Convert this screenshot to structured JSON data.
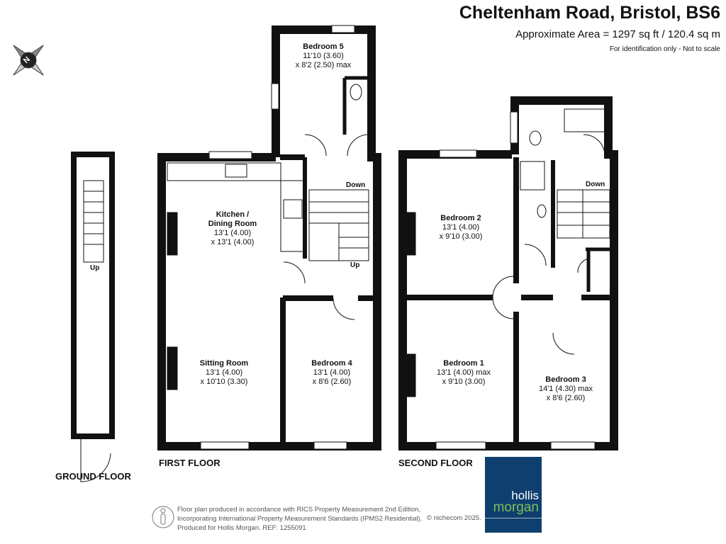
{
  "header": {
    "title": "Cheltenham Road, Bristol, BS6",
    "area": "Approximate Area = 1297 sq ft / 120.4 sq m",
    "note": "For identification only - Not to scale"
  },
  "compass": {
    "label": "N"
  },
  "floors": {
    "ground": {
      "label": "GROUND FLOOR",
      "stairs": "Up"
    },
    "first": {
      "label": "FIRST FLOOR",
      "down": "Down",
      "up": "Up",
      "rooms": [
        {
          "name": "Bedroom 5",
          "dim1": "11'10 (3.60)",
          "dim2": "x 8'2 (2.50) max"
        },
        {
          "name": "Kitchen /",
          "name2": "Dining Room",
          "dim1": "13'1 (4.00)",
          "dim2": "x 13'1 (4.00)"
        },
        {
          "name": "Sitting Room",
          "dim1": "13'1 (4.00)",
          "dim2": "x 10'10 (3.30)"
        },
        {
          "name": "Bedroom 4",
          "dim1": "13'1 (4.00)",
          "dim2": "x 8'6 (2.60)"
        }
      ]
    },
    "second": {
      "label": "SECOND FLOOR",
      "down": "Down",
      "rooms": [
        {
          "name": "Bedroom 2",
          "dim1": "13'1 (4.00)",
          "dim2": "x 9'10 (3.00)"
        },
        {
          "name": "Bedroom 1",
          "dim1": "13'1 (4.00) max",
          "dim2": "x 9'10 (3.00)"
        },
        {
          "name": "Bedroom 3",
          "dim1": "14'1 (4.30) max",
          "dim2": "x 8'6 (2.60)"
        }
      ]
    }
  },
  "footer": {
    "line1": "Floor plan produced in accordance with RICS Property Measurement 2nd Edition,",
    "line2": "Incorporating International Property Measurement Standards (IPMS2 Residential).",
    "line3": "Produced for Hollis Morgan.    REF: 1255091",
    "copyright": "© nichecom 2025."
  },
  "logo": {
    "line1": "hollis",
    "line2": "morgan",
    "bg": "#0f3f6e",
    "accent": "#7dc05a"
  }
}
